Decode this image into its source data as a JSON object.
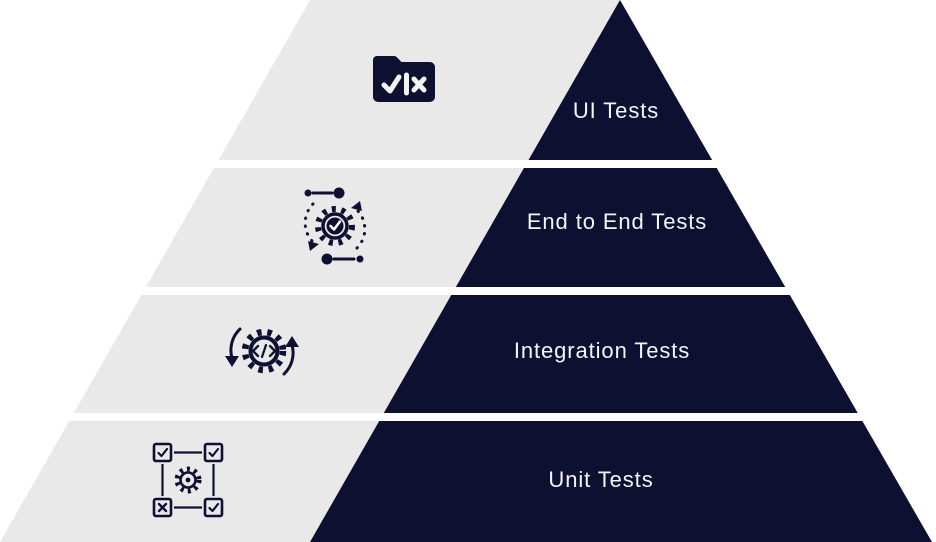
{
  "colors": {
    "navy": "#0e1032",
    "light_gray": "#e9e9e9",
    "background": "#ffffff",
    "label_text": "#f5f5f7"
  },
  "pyramid": {
    "levels": [
      {
        "label": "UI Tests",
        "icon": "browser-window-check-x-icon"
      },
      {
        "label": "End to End Tests",
        "icon": "workflow-gear-check-icon"
      },
      {
        "label": "Integration Tests",
        "icon": "gear-sync-code-icon"
      },
      {
        "label": "Unit Tests",
        "icon": "unit-grid-gear-icon"
      }
    ]
  }
}
